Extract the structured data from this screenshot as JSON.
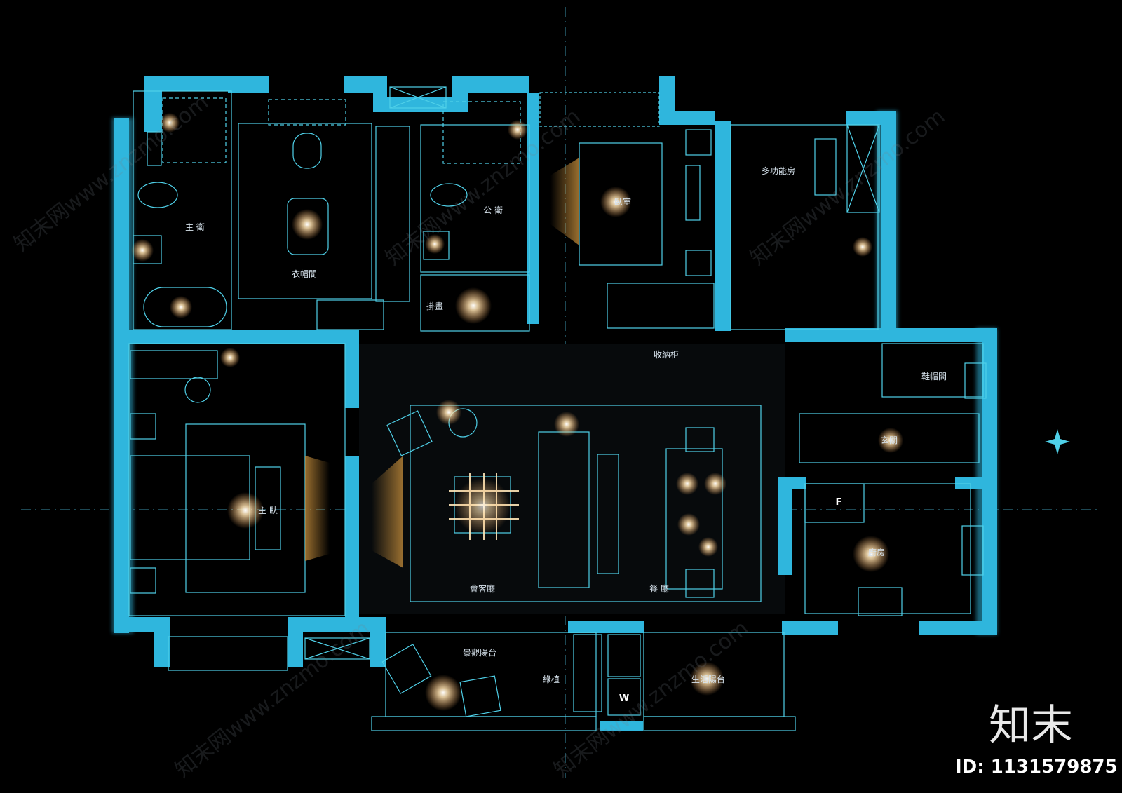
{
  "rooms": {
    "master_bath": "主 衛",
    "cloakroom": "衣帽間",
    "public_bath": "公 衛",
    "bedroom_2": "臥室",
    "multifunction": "多功能房",
    "painting": "掛畫",
    "storage": "收納柜",
    "shoe_room": "鞋帽間",
    "entrance": "玄關",
    "master_bedroom": "主 臥",
    "living_room": "會客廳",
    "dining_room": "餐 廳",
    "kitchen": "廚房",
    "view_balcony": "景觀陽台",
    "green_plants": "綠植",
    "service_balcony": "生活陽台"
  },
  "appliance_labels": {
    "fridge": "F",
    "washer": "W"
  },
  "watermark": {
    "text": "知末网www.znzmo.com",
    "brand": "知末",
    "id": "ID: 1131579875"
  },
  "colors": {
    "wall": "#2fb6dd",
    "line": "#4fd0e8",
    "light": "#ffd9a0",
    "background": "#000000"
  }
}
